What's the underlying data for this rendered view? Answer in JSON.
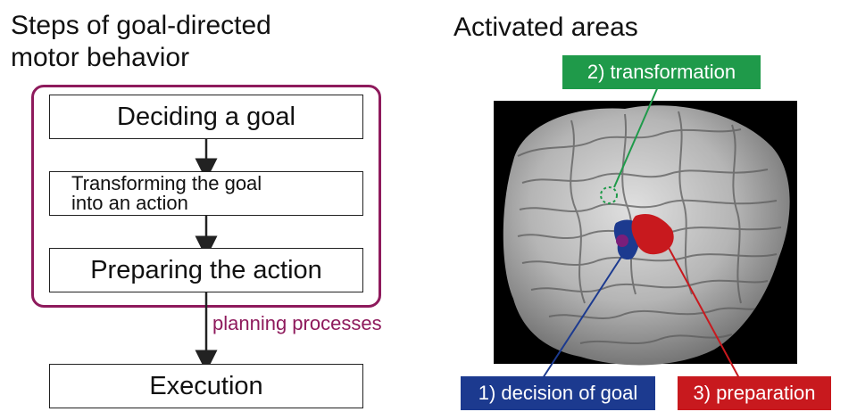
{
  "left": {
    "title_line1": "Steps of goal-directed",
    "title_line2": "motor behavior",
    "steps": [
      "Deciding a goal",
      "Transforming the goal",
      "into an action",
      "Preparing the action",
      "Execution"
    ],
    "planning_label": "planning processes"
  },
  "right": {
    "title": "Activated areas",
    "labels": {
      "transformation": "2) transformation",
      "decision": "1) decision of goal",
      "preparation": "3) preparation"
    }
  },
  "colors": {
    "frame": "#8e1a5c",
    "transformation": "#1f9a4a",
    "decision": "#1c3a8f",
    "preparation": "#c8191e",
    "overlap": "#7a1e7a"
  }
}
